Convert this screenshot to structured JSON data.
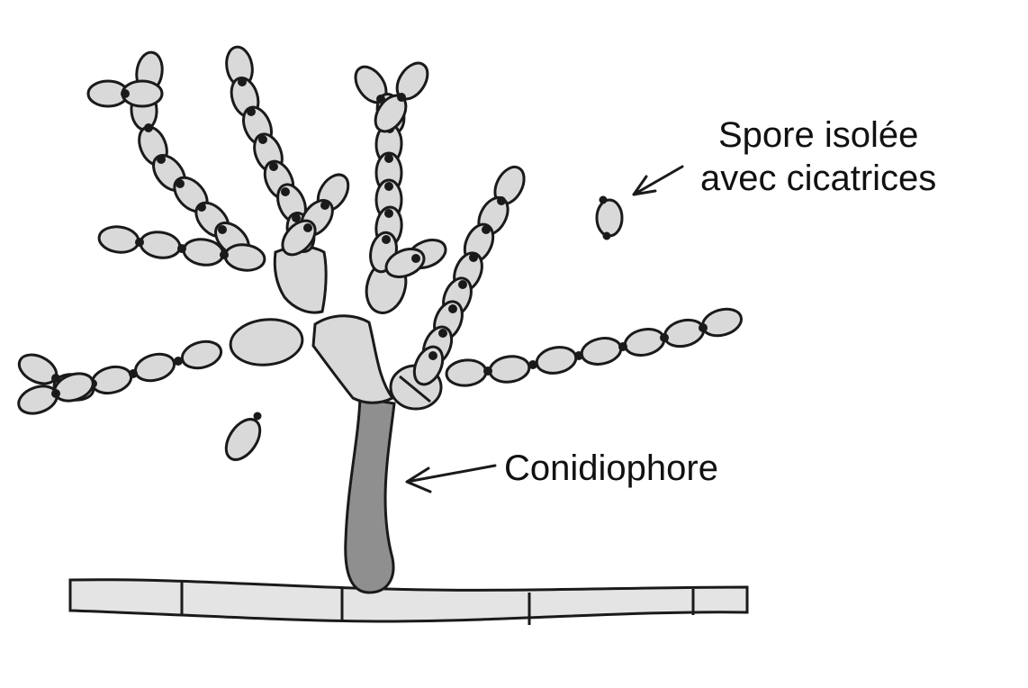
{
  "labels": {
    "spore_line1": "Spore isolée",
    "spore_line2": "avec cicatrices",
    "conidiophore": "Conidiophore"
  },
  "colors": {
    "ink": "#1a1a1a",
    "spore_fill": "#d9d9d9",
    "conidiophore_fill": "#8f8f8f",
    "hypha_fill": "#e4e4e4",
    "background": "#ffffff"
  }
}
